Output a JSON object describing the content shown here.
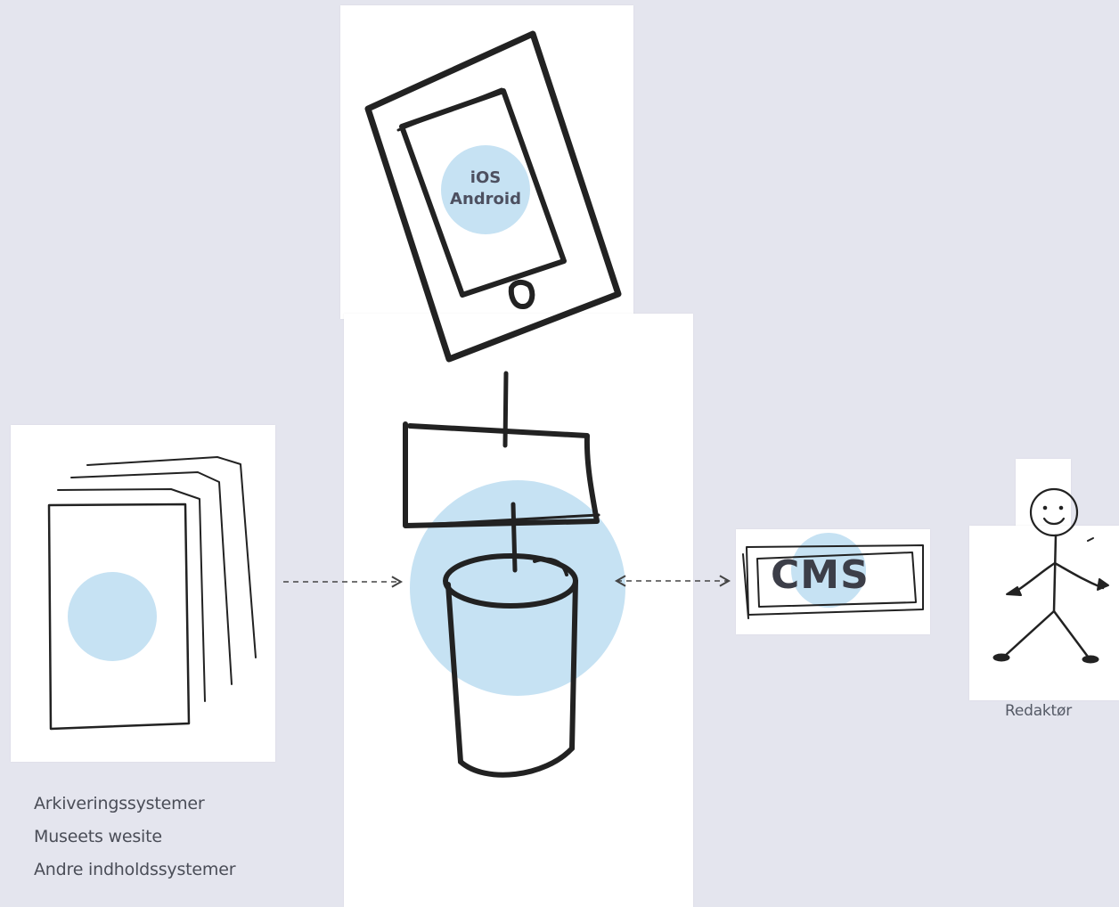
{
  "device": {
    "platforms": [
      "iOS",
      "Android"
    ]
  },
  "cms": {
    "label": "CMS"
  },
  "editor": {
    "label": "Redaktør"
  },
  "sources": {
    "lines": [
      "Arkiveringssystemer",
      "Museets wesite",
      "Andre indholdssystemer"
    ]
  },
  "colors": {
    "background": "#e4e5ee",
    "paper": "#ffffff",
    "highlight": "#c6e2f3",
    "ink": "#222222"
  }
}
